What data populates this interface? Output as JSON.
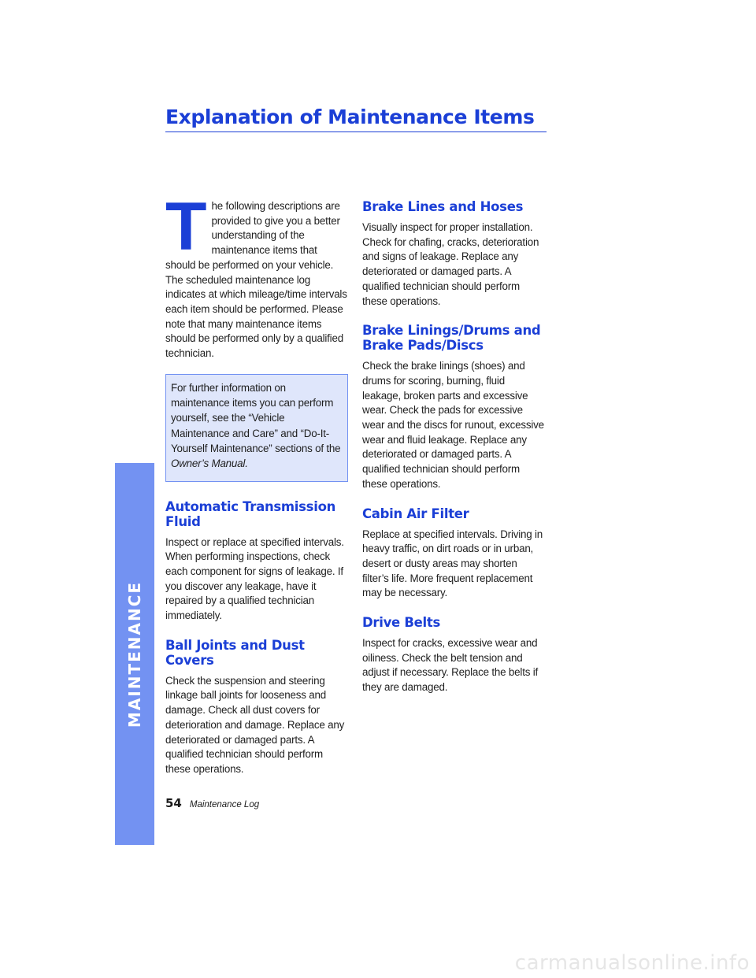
{
  "side_tab": {
    "label": "MAINTENANCE"
  },
  "page": {
    "title": "Explanation of Maintenance Items",
    "footer_number": "54",
    "footer_label": "Maintenance Log"
  },
  "intro": {
    "dropcap": "T",
    "text": "he following descriptions are provided to give you a better understanding of the maintenance items that should be performed on your vehicle. The scheduled maintenance log indicates at which mileage/time intervals each item should be performed. Please note that many maintenance items should be performed only by a qualified technician."
  },
  "note": {
    "text": "For further information on maintenance items you can perform yourself, see the “Vehicle Maintenance and Care” and “Do-It-Yourself Maintenance” sections of the ",
    "emphasis": "Owner’s Manual."
  },
  "sections_left": [
    {
      "heading": "Automatic Transmission Fluid",
      "body": "Inspect or replace at specified intervals. When performing inspections, check each component for signs of leakage. If you discover any leakage, have it repaired by a qualified technician immediately."
    },
    {
      "heading": "Ball Joints and Dust Covers",
      "body": "Check the suspension and steering linkage ball joints for looseness and damage. Check all dust covers for deterioration and damage. Replace any deteriorated or damaged parts. A qualified technician should perform these operations."
    }
  ],
  "sections_right": [
    {
      "heading": "Brake Lines and Hoses",
      "body": "Visually inspect for proper installation. Check for chafing, cracks, deterioration and signs of leakage. Replace any deteriorated or damaged parts. A qualified technician should perform these operations."
    },
    {
      "heading": "Brake Linings/Drums and Brake Pads/Discs",
      "body": "Check the brake linings (shoes) and drums for scoring, burning, fluid leakage, broken parts and excessive wear. Check the pads for excessive wear and the discs for runout, excessive wear and fluid leakage. Replace any deteriorated or damaged parts. A qualified technician should perform these operations."
    },
    {
      "heading": "Cabin Air Filter",
      "body": "Replace at specified intervals. Driving in heavy traffic, on dirt roads or in urban, desert or dusty areas may shorten filter’s life. More frequent replacement may be necessary."
    },
    {
      "heading": "Drive Belts",
      "body": "Inspect for cracks, excessive wear and oiliness. Check the belt tension and adjust if necessary. Replace the belts if they are damaged."
    }
  ],
  "watermark": "carmanualsonline.info"
}
